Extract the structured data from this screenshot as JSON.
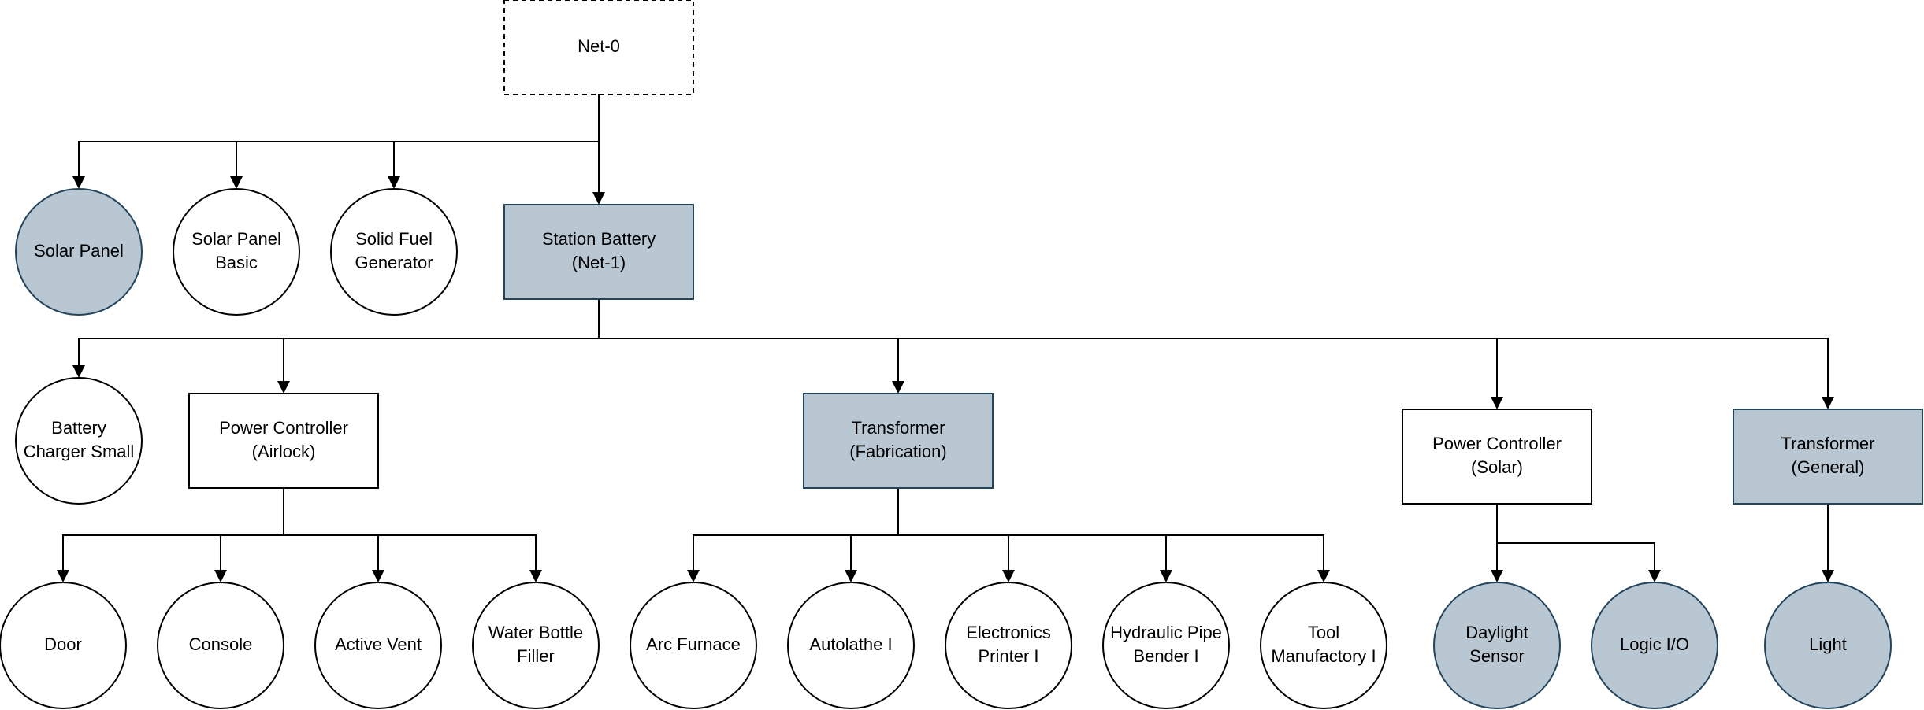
{
  "colors": {
    "highlight_fill": "#b9c7d2",
    "highlight_stroke": "#23445d",
    "plain_fill": "#ffffff",
    "plain_stroke": "#000000"
  },
  "nodes": {
    "net0": {
      "lines": [
        "Net-0"
      ],
      "shape": "rect-dashed",
      "highlight": false
    },
    "solar_panel": {
      "lines": [
        "Solar Panel"
      ],
      "shape": "circle",
      "highlight": true
    },
    "solar_panel_basic": {
      "lines": [
        "Solar Panel",
        "Basic"
      ],
      "shape": "circle",
      "highlight": false
    },
    "solid_fuel_generator": {
      "lines": [
        "Solid Fuel",
        "Generator"
      ],
      "shape": "circle",
      "highlight": false
    },
    "station_battery": {
      "lines": [
        "Station Battery",
        "(Net-1)"
      ],
      "shape": "rect",
      "highlight": true
    },
    "battery_charger_small": {
      "lines": [
        "Battery",
        "Charger Small"
      ],
      "shape": "circle",
      "highlight": false
    },
    "power_controller_airlock": {
      "lines": [
        "Power Controller",
        "(Airlock)"
      ],
      "shape": "rect",
      "highlight": false
    },
    "transformer_fabrication": {
      "lines": [
        "Transformer",
        "(Fabrication)"
      ],
      "shape": "rect",
      "highlight": true
    },
    "power_controller_solar": {
      "lines": [
        "Power Controller",
        "(Solar)"
      ],
      "shape": "rect",
      "highlight": false
    },
    "transformer_general": {
      "lines": [
        "Transformer",
        "(General)"
      ],
      "shape": "rect",
      "highlight": true
    },
    "door": {
      "lines": [
        "Door"
      ],
      "shape": "circle",
      "highlight": false
    },
    "console": {
      "lines": [
        "Console"
      ],
      "shape": "circle",
      "highlight": false
    },
    "active_vent": {
      "lines": [
        "Active Vent"
      ],
      "shape": "circle",
      "highlight": false
    },
    "water_bottle_filler": {
      "lines": [
        "Water Bottle",
        "Filler"
      ],
      "shape": "circle",
      "highlight": false
    },
    "arc_furnace": {
      "lines": [
        "Arc Furnace"
      ],
      "shape": "circle",
      "highlight": false
    },
    "autolathe": {
      "lines": [
        "Autolathe I"
      ],
      "shape": "circle",
      "highlight": false
    },
    "electronics_printer": {
      "lines": [
        "Electronics",
        "Printer I"
      ],
      "shape": "circle",
      "highlight": false
    },
    "hydraulic_pipe_bender": {
      "lines": [
        "Hydraulic Pipe",
        "Bender I"
      ],
      "shape": "circle",
      "highlight": false
    },
    "tool_manufactory": {
      "lines": [
        "Tool",
        "Manufactory I"
      ],
      "shape": "circle",
      "highlight": false
    },
    "daylight_sensor": {
      "lines": [
        "Daylight",
        "Sensor"
      ],
      "shape": "circle",
      "highlight": true
    },
    "logic_io": {
      "lines": [
        "Logic I/O"
      ],
      "shape": "circle",
      "highlight": true
    },
    "light": {
      "lines": [
        "Light"
      ],
      "shape": "circle",
      "highlight": true
    }
  },
  "edges": [
    [
      "net0",
      "solar_panel"
    ],
    [
      "net0",
      "solar_panel_basic"
    ],
    [
      "net0",
      "solid_fuel_generator"
    ],
    [
      "net0",
      "station_battery"
    ],
    [
      "station_battery",
      "battery_charger_small"
    ],
    [
      "station_battery",
      "power_controller_airlock"
    ],
    [
      "station_battery",
      "transformer_fabrication"
    ],
    [
      "station_battery",
      "power_controller_solar"
    ],
    [
      "station_battery",
      "transformer_general"
    ],
    [
      "power_controller_airlock",
      "door"
    ],
    [
      "power_controller_airlock",
      "console"
    ],
    [
      "power_controller_airlock",
      "active_vent"
    ],
    [
      "power_controller_airlock",
      "water_bottle_filler"
    ],
    [
      "transformer_fabrication",
      "arc_furnace"
    ],
    [
      "transformer_fabrication",
      "autolathe"
    ],
    [
      "transformer_fabrication",
      "electronics_printer"
    ],
    [
      "transformer_fabrication",
      "hydraulic_pipe_bender"
    ],
    [
      "transformer_fabrication",
      "tool_manufactory"
    ],
    [
      "power_controller_solar",
      "daylight_sensor"
    ],
    [
      "power_controller_solar",
      "logic_io"
    ],
    [
      "transformer_general",
      "light"
    ]
  ]
}
